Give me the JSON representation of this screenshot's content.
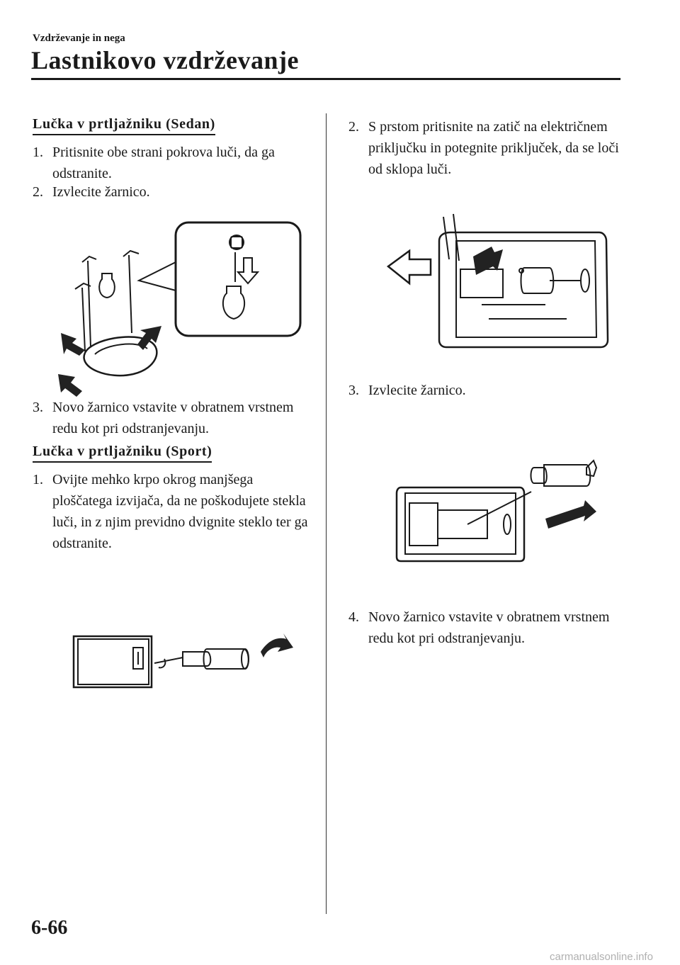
{
  "header": {
    "breadcrumb": "Vzdrževanje in nega",
    "title": "Lastnikovo vzdrževanje"
  },
  "left": {
    "sedan": {
      "heading": "Lučka v prtljažniku (Sedan)",
      "steps": [
        {
          "num": "1.",
          "text": "Pritisnite obe strani pokrova luči, da ga odstranite."
        },
        {
          "num": "2.",
          "text": "Izvlecite žarnico."
        },
        {
          "num": "3.",
          "text": "Novo žarnico vstavite v obratnem vrstnem redu kot pri odstranjevanju."
        }
      ]
    },
    "sport": {
      "heading": "Lučka v prtljažniku (Sport)",
      "steps": [
        {
          "num": "1.",
          "text": "Ovijte mehko krpo okrog manjšega ploščatega izvijača, da ne poškodujete stekla luči, in z njim previdno dvignite steklo ter ga odstranite."
        }
      ]
    }
  },
  "right": {
    "steps": [
      {
        "num": "2.",
        "text": "S prstom pritisnite na zatič na električnem priključku in potegnite priključek, da se loči od sklopa luči."
      },
      {
        "num": "3.",
        "text": "Izvlecite žarnico."
      },
      {
        "num": "4.",
        "text": "Novo žarnico vstavite v obratnem vrstnem redu kot pri odstranjevanju."
      }
    ]
  },
  "footer": {
    "page_number": "6-66",
    "watermark": "carmanualsonline.info"
  }
}
